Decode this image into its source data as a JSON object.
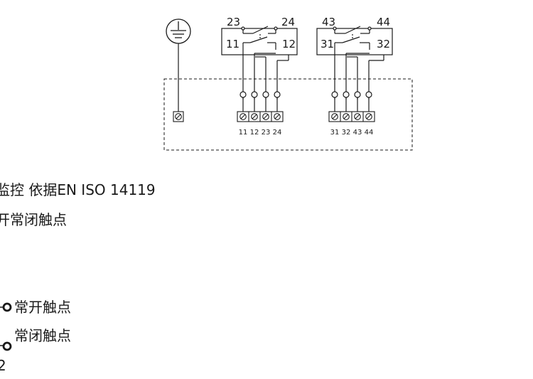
{
  "diagram": {
    "top_left_number": "23",
    "top_right_number": "24",
    "left_box_left": "11",
    "left_box_right": "12",
    "top_left_number_2": "43",
    "top_right_number_2": "44",
    "right_box_left": "31",
    "right_box_right": "32",
    "terminal_labels": [
      "11",
      "12",
      "23",
      "24",
      "31",
      "32",
      "43",
      "44"
    ]
  },
  "text": {
    "line1": "监控 依据EN ISO 14119",
    "line2": "开常闭触点",
    "legend_no": "常开触点",
    "legend_nc": "常闭触点",
    "legend_num": "2"
  },
  "colors": {
    "line": "#1a1a1a",
    "background": "#ffffff"
  }
}
